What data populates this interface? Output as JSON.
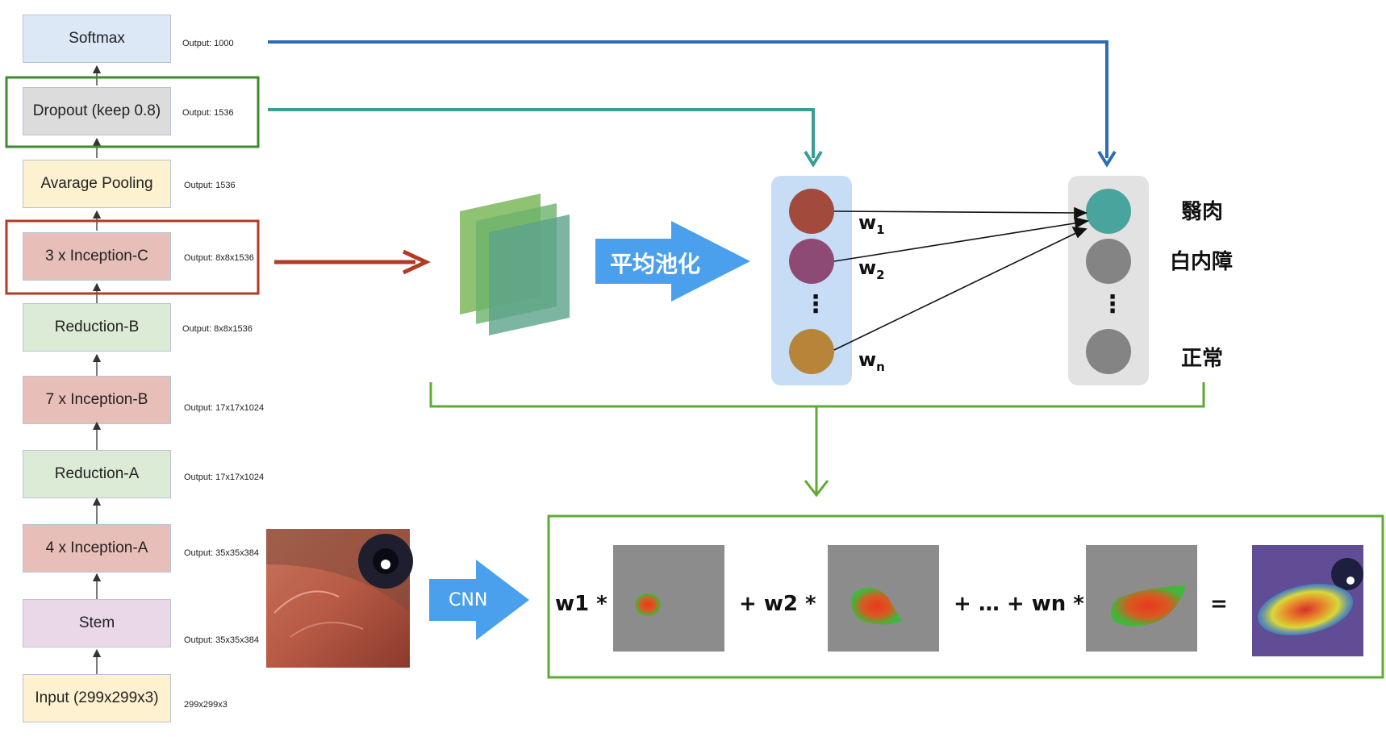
{
  "layers": [
    {
      "label": "Softmax",
      "output": "Output: 1000",
      "fill": "#dce8f5"
    },
    {
      "label": "Dropout (keep 0.8)",
      "output": "Output: 1536",
      "fill": "#dcdcdc"
    },
    {
      "label": "Avarage Pooling",
      "output": "Output: 1536",
      "fill": "#fdf1cf"
    },
    {
      "label": "3 x Inception-C",
      "output": "Output: 8x8x1536",
      "fill": "#e8bfb8"
    },
    {
      "label": "Reduction-B",
      "output": "Output: 8x8x1536",
      "fill": "#dcebd6"
    },
    {
      "label": "7 x Inception-B",
      "output": "Output: 17x17x1024",
      "fill": "#e8bfb8"
    },
    {
      "label": "Reduction-A",
      "output": "Output: 17x17x1024",
      "fill": "#dcebd6"
    },
    {
      "label": "4 x Inception-A",
      "output": "Output: 35x35x384",
      "fill": "#e8bfb8"
    },
    {
      "label": "Stem",
      "output": "Output: 35x35x384",
      "fill": "#ead8e8"
    },
    {
      "label": "Input (299x299x3)",
      "output": "299x299x3",
      "fill": "#fdf1cf"
    }
  ],
  "pooling_label": "平均池化",
  "cnn_label": "CNN",
  "weights": {
    "w1": "w",
    "w1_sub": "1",
    "w2": "w",
    "w2_sub": "2",
    "wn": "w",
    "wn_sub": "n",
    "dots": "⋮"
  },
  "classes": {
    "c1": "翳肉",
    "c2": "白内障",
    "dots": "⋮",
    "c3": "正常"
  },
  "equation": {
    "t1": "w1 *",
    "t2": "+ w2 *",
    "t3": "+ … + wn *",
    "t4": "="
  },
  "colors": {
    "blue_arrow": "#2f6db3",
    "teal_arrow": "#3a9e96",
    "red_arrow": "#b33a25",
    "green_box": "#5faa35",
    "green_frame": "#3f8a2c",
    "red_frame": "#b33a25",
    "pool_arrow": "#4aa0ec"
  }
}
